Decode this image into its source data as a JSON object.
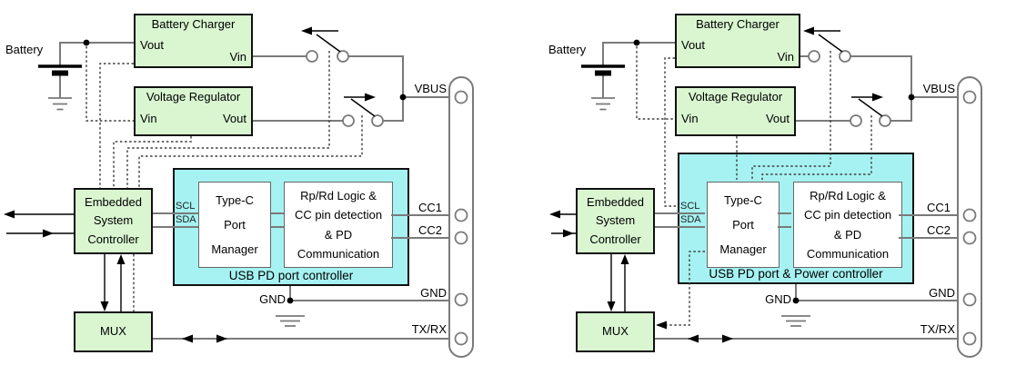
{
  "colors": {
    "box_green": "#d9f6d1",
    "box_cyan": "#a6f2f2",
    "wire_gray": "#7a7a7a",
    "line_black": "#000000"
  },
  "diagrams": [
    {
      "battery_label": "Battery",
      "battery_charger": {
        "title": "Battery Charger",
        "pin_left": "Vout",
        "pin_right": "Vin"
      },
      "voltage_regulator": {
        "title": "Voltage Regulator",
        "pin_left": "Vin",
        "pin_right": "Vout"
      },
      "esc_label": "Embedded\nSystem\nController",
      "pd_controller": {
        "caption": "USB PD port controller",
        "type_c_manager": "Type-C\nPort\nManager",
        "rp_rd_block": "Rp/Rd Logic &\nCC pin detection\n& PD\nCommunication"
      },
      "bus": {
        "scl": "SCL",
        "sda": "SDA"
      },
      "mux_label": "MUX",
      "signals": {
        "vbus": "VBUS",
        "cc1": "CC1",
        "cc2": "CC2",
        "gnd_inner": "GND",
        "gnd": "GND",
        "txrx": "TX/RX"
      }
    },
    {
      "battery_label": "Battery",
      "battery_charger": {
        "title": "Battery Charger",
        "pin_left": "Vout",
        "pin_right": "Vin"
      },
      "voltage_regulator": {
        "title": "Voltage Regulator",
        "pin_left": "Vin",
        "pin_right": "Vout"
      },
      "esc_label": "Embedded\nSystem\nController",
      "pd_controller": {
        "caption": "USB PD port & Power controller",
        "type_c_manager": "Type-C\nPort\nManager",
        "rp_rd_block": "Rp/Rd Logic &\nCC pin detection\n& PD\nCommunication"
      },
      "bus": {
        "scl": "SCL",
        "sda": "SDA"
      },
      "mux_label": "MUX",
      "signals": {
        "vbus": "VBUS",
        "cc1": "CC1",
        "cc2": "CC2",
        "gnd_inner": "GND",
        "gnd": "GND",
        "txrx": "TX/RX"
      }
    }
  ]
}
